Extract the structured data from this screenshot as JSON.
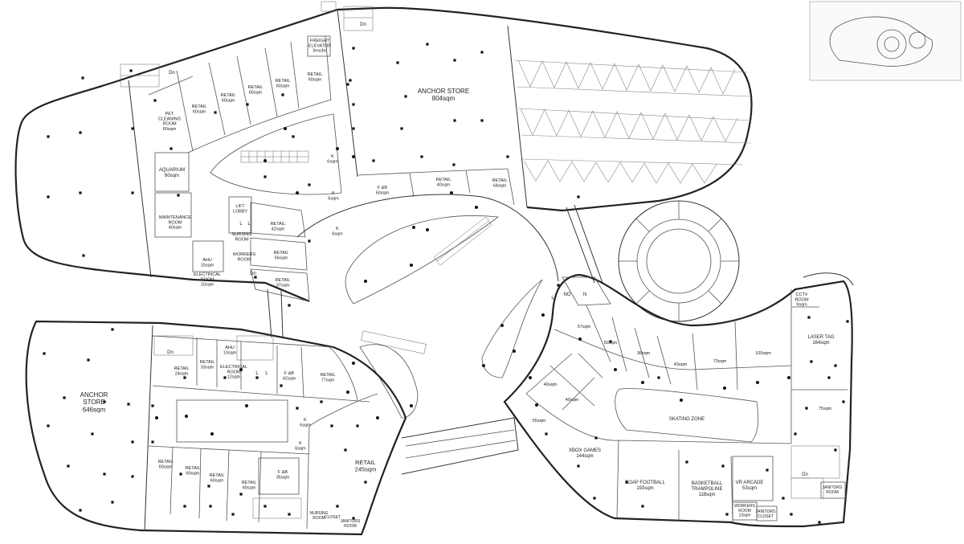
{
  "plan": {
    "rooms": {
      "anchor_top": [
        "ANCHOR STORE",
        "804sqm"
      ],
      "anchor_left": [
        "ANCHOR",
        "STORE",
        "646sqm"
      ],
      "freight": [
        "FREIGHT",
        "ELEVATOR",
        "3mx3m"
      ],
      "pet": [
        "PET",
        "CLEANING",
        "ROOM",
        "60sqm"
      ],
      "aquarium": [
        "AQUARIUM",
        "60sqm"
      ],
      "maintenance": [
        "MAINTENANCE",
        "ROOM",
        "40sqm"
      ],
      "lift_lobby": [
        "LIFT",
        "LOBBY"
      ],
      "nursing_top": [
        "NURSING",
        "ROOM"
      ],
      "workers_top": [
        "WORKERS",
        "ROOM"
      ],
      "ahu_top": [
        "AHU",
        "15sqm"
      ],
      "electrical_top": [
        "ELECTRICAL",
        "ROOM",
        "10sqm"
      ],
      "r_top1": [
        "RETAIL",
        "60sqm"
      ],
      "r_top2": [
        "RETAIL",
        "60sqm"
      ],
      "r_top3": [
        "RETAIL",
        "60sqm"
      ],
      "r_top4": [
        "RETAIL",
        "60sqm"
      ],
      "r_top5": [
        "RETAIL",
        "60sqm"
      ],
      "r_42": [
        "RETAIL",
        "42sqm"
      ],
      "r_56": [
        "RETAIL",
        "56sqm"
      ],
      "r_37": [
        "RETAIL",
        "37sqm"
      ],
      "fb_top": [
        "F &B",
        "60sqm"
      ],
      "r_40_top": [
        "RETAIL",
        "40sqm"
      ],
      "r_64": [
        "RETAIL",
        "64sqm"
      ],
      "k1": [
        "K",
        "6sqm"
      ],
      "k2": [
        "K",
        "6sqm"
      ],
      "k3": [
        "K",
        "6sqm"
      ],
      "r_24": [
        "RETAIL",
        "24sqm"
      ],
      "r_33": [
        "RETAIL",
        "33sqm"
      ],
      "ahu_bot": [
        "AHU",
        "13sqm"
      ],
      "electrical_bot": [
        "ELECTRICAL",
        "ROOM",
        "12sqm"
      ],
      "fb_42": [
        "F &B",
        "42sqm"
      ],
      "r_77": [
        "RETAIL",
        "77sqm"
      ],
      "k4": [
        "K",
        "6sqm"
      ],
      "k5": [
        "K",
        "6sqm"
      ],
      "r_bot1": [
        "RETAIL",
        "60sqm"
      ],
      "r_bot2": [
        "RETAIL",
        "60sqm"
      ],
      "r_bot3": [
        "RETAIL",
        "60sqm"
      ],
      "r_bot4": [
        "RETAIL",
        "60sqm"
      ],
      "fb_35": [
        "F &B",
        "35sqm"
      ],
      "r_245": [
        "RETAIL",
        "245sqm"
      ],
      "nursing_bot": [
        "NURSING",
        "ROOM"
      ],
      "closet_bot": [
        "CLOSET"
      ],
      "janitors_bot": [
        "JANITORS",
        "ROOM"
      ],
      "u57": [
        "57sqm"
      ],
      "u50": [
        "50sqm"
      ],
      "u36": [
        "36sqm"
      ],
      "u43": [
        "43sqm"
      ],
      "u73": [
        "73sqm"
      ],
      "u100": [
        "100sqm"
      ],
      "u40a": [
        "40sqm"
      ],
      "u40b": [
        "40sqm"
      ],
      "u55": [
        "55sqm"
      ],
      "u75": [
        "75sqm"
      ],
      "cctv": [
        "CCTV",
        "ROOM",
        "9sqm"
      ],
      "laser": [
        "LASER TAG",
        "164sqm"
      ],
      "skating": [
        "SKATING ZONE"
      ],
      "xbox": [
        "XBOX GAMES",
        "144sqm"
      ],
      "soap": [
        "SOAP FOOTBALL",
        "193sqm"
      ],
      "basketball": [
        "BASKETBALL",
        "TRAMPOLINE",
        "118sqm"
      ],
      "vr": [
        "VR ARCADE",
        "53sqm"
      ],
      "workers_right": [
        "WORKERS",
        "ROOM",
        "13sqm"
      ],
      "janitors_closet": [
        "JANITORS",
        "CLOSET"
      ],
      "janitors_right": [
        "JANITORS",
        "ROOM"
      ]
    },
    "markers": {
      "L": "L",
      "NO": "NO",
      "N": "N",
      "dn": "Dn"
    }
  }
}
